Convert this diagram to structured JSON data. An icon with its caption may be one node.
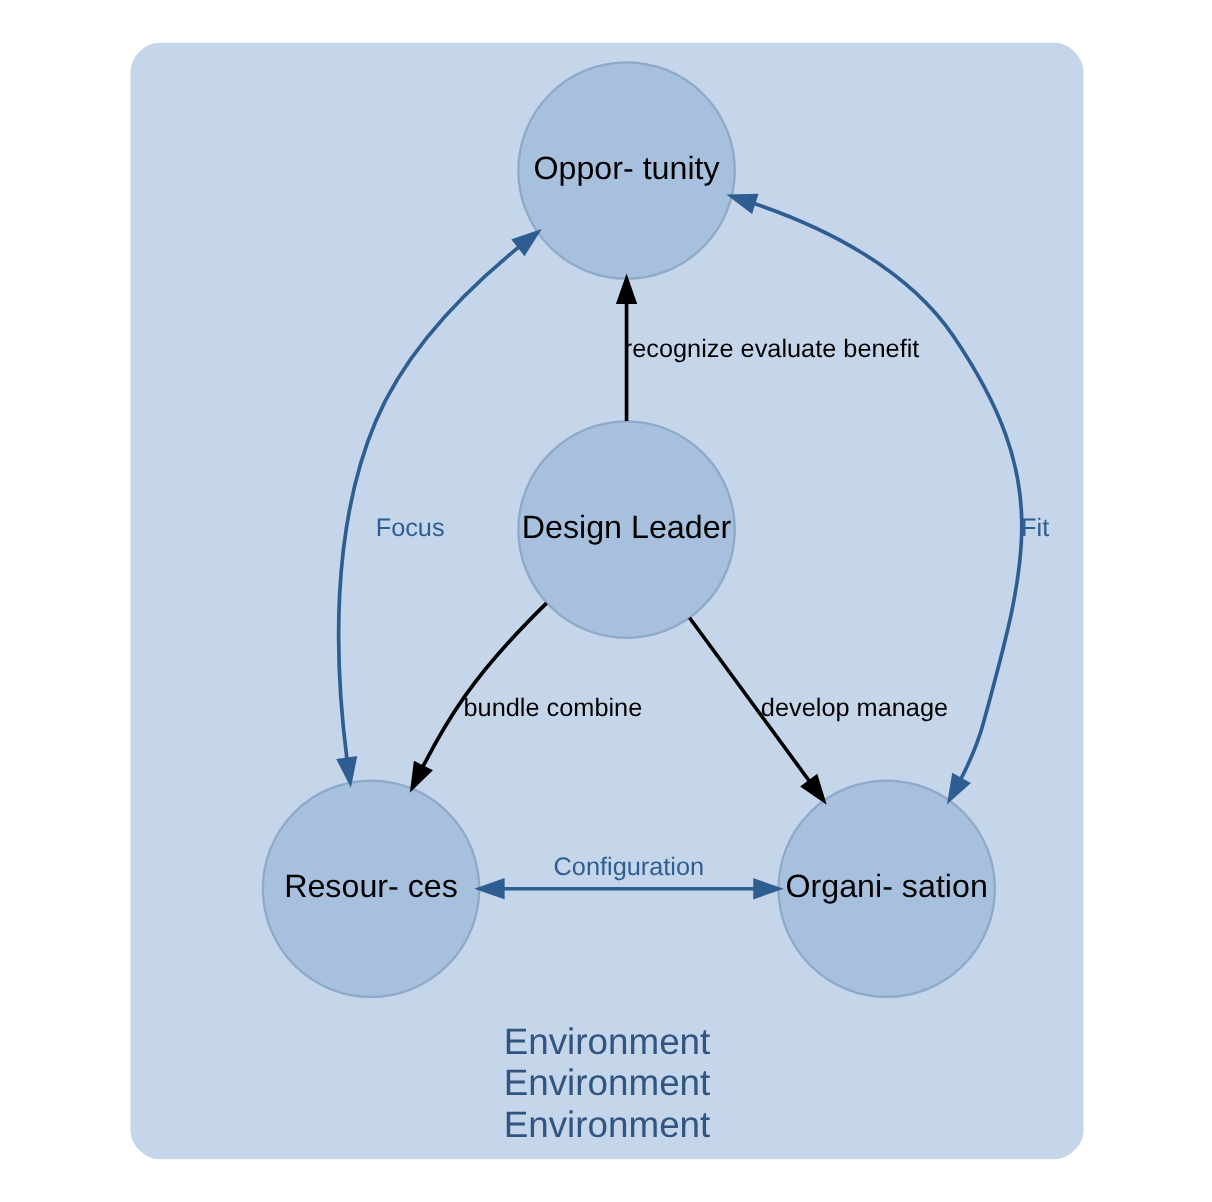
{
  "diagram": {
    "nodes": [
      {
        "text": [
          "Environment",
          "Environment",
          "Environment"
        ]
      },
      {
        "text": [
          "Oppor- tunity"
        ],
        "in": 0
      },
      {
        "text": [
          "Design Leader"
        ],
        "in": 0
      },
      {
        "text": [
          "Resour- ces"
        ],
        "in": 0
      },
      {
        "text": [
          "Organi- sation"
        ],
        "in": 0
      }
    ],
    "edges": [
      {
        "from": 2,
        "to": 1,
        "arrow": "to",
        "label": "recognize evaluate benefit"
      },
      {
        "from": 3,
        "to": 1,
        "arrow": "both",
        "label": "Focus",
        "color": "#2e5e91"
      },
      {
        "from": 1,
        "to": 4,
        "arrow": "both",
        "label": "Fit",
        "color": "#2e5e91"
      },
      {
        "from": 2,
        "to": 3,
        "arrow": "to",
        "label": "bundle combine"
      },
      {
        "from": 2,
        "to": 4,
        "arrow": "to",
        "label": "develop manage"
      },
      {
        "from": 3,
        "to": 4,
        "arrow": "both",
        "label": "Configuration",
        "color": "#2e5e91"
      }
    ]
  }
}
